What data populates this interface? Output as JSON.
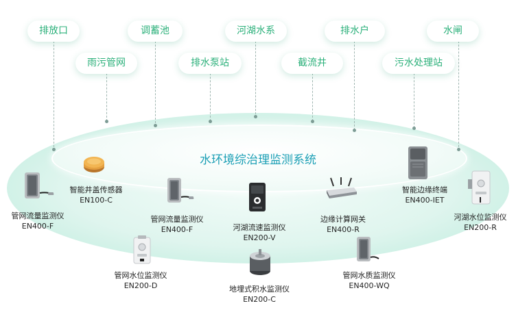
{
  "title": "水环境综治理监测系统",
  "scenarios": [
    "排放口",
    "调蓄池",
    "河湖水系",
    "排水户",
    "水闸",
    "雨污管网",
    "排水泵站",
    "截流井",
    "污水处理站"
  ],
  "devices": [
    {
      "name": "智能井盖传感器",
      "model": "EN100-C",
      "icon": "manhole-cover-sensor-icon"
    },
    {
      "name": "管网流量监测仪",
      "model": "EN400-F",
      "icon": "pipe-flow-meter-icon"
    },
    {
      "name": "管网流量监测仪",
      "model": "EN400-F",
      "icon": "pipe-flow-meter-icon"
    },
    {
      "name": "河湖流速监测仪",
      "model": "EN200-V",
      "icon": "river-velocity-meter-icon"
    },
    {
      "name": "边缘计算网关",
      "model": "EN400-R",
      "icon": "edge-gateway-icon"
    },
    {
      "name": "智能边缘终端",
      "model": "EN400-IET",
      "icon": "edge-terminal-icon"
    },
    {
      "name": "河湖水位监测仪",
      "model": "EN200-R",
      "icon": "river-level-meter-icon"
    },
    {
      "name": "管网水位监测仪",
      "model": "EN200-D",
      "icon": "pipe-level-meter-icon"
    },
    {
      "name": "地埋式积水监测仪",
      "model": "EN200-C",
      "icon": "buried-waterlogging-meter-icon"
    },
    {
      "name": "管网水质监测仪",
      "model": "EN400-WQ",
      "icon": "pipe-water-quality-meter-icon"
    }
  ],
  "colors": {
    "accent": "#2bb07a",
    "title": "#1b9fb5",
    "platform": "#dff5ee"
  }
}
